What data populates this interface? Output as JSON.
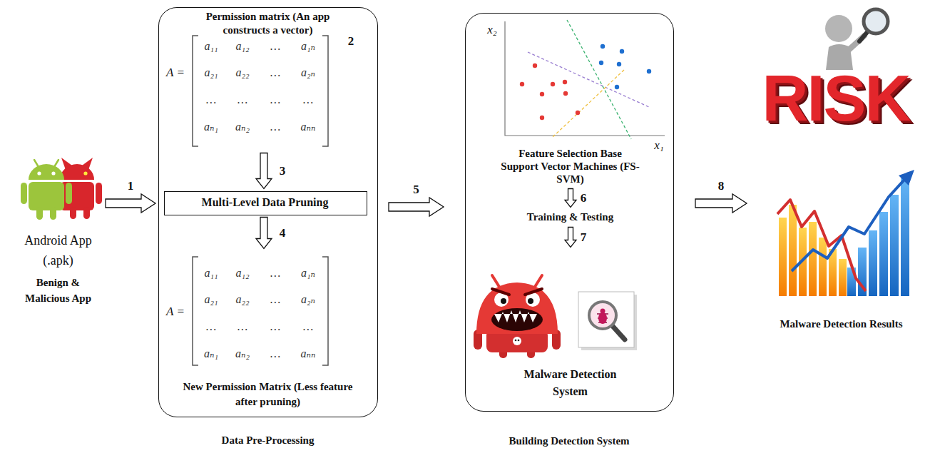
{
  "diagram": {
    "nodes": [
      {
        "text": [
          "Android App (.apk)",
          "Benign & Malicious App"
        ]
      },
      {
        "text": [
          "Data Pre-Processing"
        ]
      },
      {
        "text": [
          "Permission matrix (An app constructs a vector)"
        ],
        "in": 1
      },
      {
        "text": [
          "Multi-Level Data Pruning"
        ],
        "in": 1
      },
      {
        "text": [
          "New Permission Matrix (Less feature after pruning)"
        ],
        "in": 1
      },
      {
        "text": [
          "Building Detection System"
        ]
      },
      {
        "text": [
          "Feature Selection Base Support Vector Machines (FS-SVM)"
        ],
        "in": 5
      },
      {
        "text": [
          "Training & Testing"
        ],
        "in": 5
      },
      {
        "text": [
          "Malware Detection System"
        ],
        "in": 5
      },
      {
        "text": [
          "Malware Detection Results"
        ]
      }
    ],
    "edges": [
      {
        "from": 0,
        "to": 1,
        "label": "1",
        "arrow": "to"
      },
      {
        "from": 2,
        "to": 3,
        "label": "3",
        "arrow": "to"
      },
      {
        "from": 3,
        "to": 4,
        "label": "4",
        "arrow": "to"
      },
      {
        "from": 1,
        "to": 5,
        "label": "5",
        "arrow": "to"
      },
      {
        "from": 6,
        "to": 7,
        "label": "6",
        "arrow": "to"
      },
      {
        "from": 7,
        "to": 8,
        "label": "7",
        "arrow": "to"
      },
      {
        "from": 5,
        "to": 9,
        "label": "8",
        "arrow": "to"
      }
    ],
    "labels": [
      "2",
      "A =",
      "a₁₁",
      "a₁₂",
      "…",
      "a₁ₙ",
      "a₂₁",
      "a₂₂",
      "…",
      "a₂ₙ",
      "…",
      "…",
      "…",
      "…",
      "aₙ₁",
      "aₙ₂",
      "…",
      "aₙₙ",
      "A =",
      "a₁₁",
      "a₁₂",
      "…",
      "a₁ₙ",
      "a₂₁",
      "a₂₂",
      "…",
      "a₂ₙ",
      "…",
      "…",
      "…",
      "…",
      "aₙ₁",
      "aₙ₂",
      "…",
      "aₙₙ",
      "x₂",
      "x₁",
      "RISK"
    ]
  }
}
